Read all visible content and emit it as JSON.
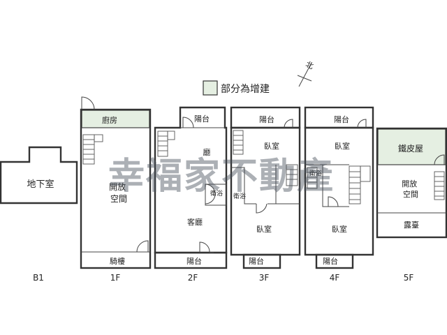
{
  "legend": {
    "text": "部分為增建",
    "swatch_color": "#e5efe2"
  },
  "compass": {
    "label": "北",
    "icon": "north-arrow-icon"
  },
  "watermark": "幸福家不動產",
  "floors": {
    "b1": {
      "label": "B1",
      "rooms": {
        "basement": "地下室"
      }
    },
    "f1": {
      "label": "1F",
      "rooms": {
        "kitchen": "廚房",
        "open_space": "開放\n空間",
        "arcade": "騎樓"
      }
    },
    "f2": {
      "label": "2F",
      "rooms": {
        "balcony_top": "陽台",
        "hall": "廳",
        "bath": "衛浴",
        "living": "客廳",
        "balcony_bottom": "陽台"
      }
    },
    "f3": {
      "label": "3F",
      "rooms": {
        "balcony_top": "陽台",
        "bedroom_top": "臥室",
        "bath": "衛浴",
        "bedroom_bottom": "臥室",
        "balcony_bottom": "陽台"
      }
    },
    "f4": {
      "label": "4F",
      "rooms": {
        "balcony_top": "陽台",
        "bedroom_top": "臥室",
        "bath": "衛浴",
        "bedroom_bottom": "臥室",
        "balcony_bottom": "陽台"
      }
    },
    "f5": {
      "label": "5F",
      "rooms": {
        "iron_house": "鐵皮屋",
        "open_space": "開放\n空間",
        "terrace": "露臺"
      }
    }
  }
}
